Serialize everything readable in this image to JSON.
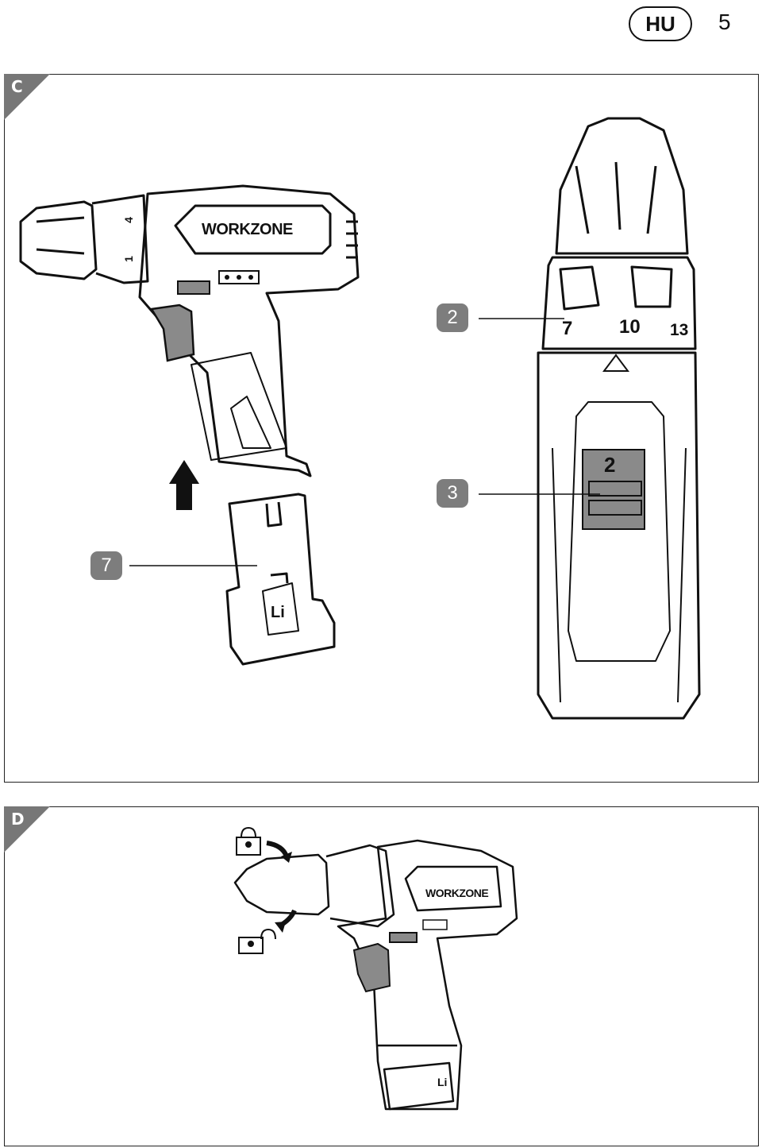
{
  "header": {
    "language_code": "HU",
    "page_number": "5"
  },
  "figure_c": {
    "panel_label": "C",
    "callouts": [
      "2",
      "3",
      "7"
    ],
    "brand_logo": "WORKZONE",
    "torque_scale_side": [
      "1",
      "4"
    ],
    "torque_scale_front": [
      "7",
      "10",
      "13"
    ],
    "gear_display": "2",
    "battery_label": "Li"
  },
  "figure_d": {
    "panel_label": "D",
    "brand_logo": "WORKZONE",
    "battery_label": "Li"
  }
}
